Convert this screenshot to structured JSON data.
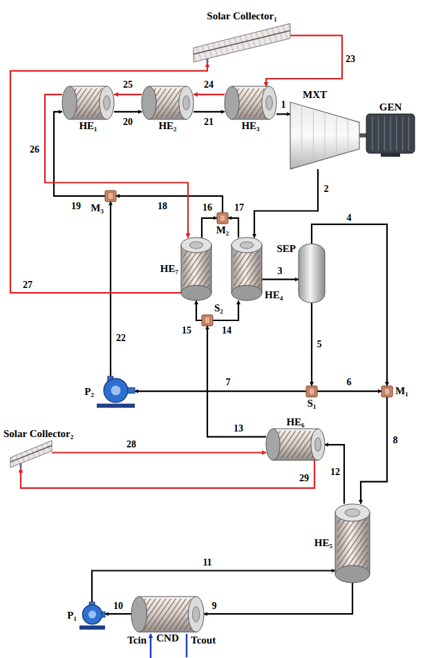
{
  "diagram": {
    "nodes": [
      {
        "text": [
          "Solar Collector₁"
        ]
      },
      {
        "text": [
          "HE₁"
        ]
      },
      {
        "text": [
          "HE₂"
        ]
      },
      {
        "text": [
          "HE₃"
        ]
      },
      {
        "text": [
          "MXT"
        ]
      },
      {
        "text": [
          "GEN"
        ]
      },
      {
        "text": [
          "M₃"
        ]
      },
      {
        "text": [
          "M₂"
        ]
      },
      {
        "text": [
          "HE₇"
        ]
      },
      {
        "text": [
          "HE₄"
        ]
      },
      {
        "text": [
          "S₂"
        ]
      },
      {
        "text": [
          "SEP"
        ]
      },
      {
        "text": [
          "S₁"
        ]
      },
      {
        "text": [
          "M₁"
        ]
      },
      {
        "text": [
          "P₂"
        ]
      },
      {
        "text": [
          "Solar Collector₂"
        ]
      },
      {
        "text": [
          "HE₆"
        ]
      },
      {
        "text": [
          "HE₅"
        ]
      },
      {
        "text": [
          "P₁"
        ]
      },
      {
        "text": [
          "CND"
        ]
      }
    ],
    "edges": [
      {
        "from": 3,
        "to": 4,
        "arrow": "to",
        "label": "1"
      },
      {
        "from": 4,
        "to": 9,
        "arrow": "to",
        "label": "2"
      },
      {
        "from": 9,
        "to": 11,
        "arrow": "to",
        "label": "3"
      },
      {
        "from": 11,
        "to": 13,
        "arrow": "to",
        "label": "4"
      },
      {
        "from": 11,
        "to": 12,
        "arrow": "to",
        "label": "5"
      },
      {
        "from": 12,
        "to": 13,
        "arrow": "to",
        "label": "6"
      },
      {
        "from": 12,
        "to": 14,
        "arrow": "to",
        "label": "7"
      },
      {
        "from": 13,
        "to": 17,
        "arrow": "to",
        "label": "8"
      },
      {
        "from": 17,
        "to": 19,
        "arrow": "to",
        "label": "9"
      },
      {
        "from": 19,
        "to": 18,
        "arrow": "to",
        "label": "10"
      },
      {
        "from": 18,
        "to": 17,
        "arrow": "to",
        "label": "11"
      },
      {
        "from": 17,
        "to": 16,
        "arrow": "to",
        "label": "12"
      },
      {
        "from": 16,
        "to": 10,
        "arrow": "to",
        "label": "13"
      },
      {
        "from": 10,
        "to": 9,
        "arrow": "to",
        "label": "14"
      },
      {
        "from": 10,
        "to": 8,
        "arrow": "to",
        "label": "15"
      },
      {
        "from": 8,
        "to": 7,
        "arrow": "to",
        "label": "16"
      },
      {
        "from": 9,
        "to": 7,
        "arrow": "to",
        "label": "17"
      },
      {
        "from": 7,
        "to": 6,
        "arrow": "to",
        "label": "18"
      },
      {
        "from": 6,
        "to": 1,
        "arrow": "to",
        "label": "19"
      },
      {
        "from": 1,
        "to": 2,
        "arrow": "to",
        "label": "20"
      },
      {
        "from": 2,
        "to": 3,
        "arrow": "to",
        "label": "21"
      },
      {
        "from": 14,
        "to": 6,
        "arrow": "to",
        "label": "22"
      },
      {
        "from": 0,
        "to": 3,
        "arrow": "to",
        "label": "23"
      },
      {
        "from": 3,
        "to": 2,
        "arrow": "to",
        "label": "24"
      },
      {
        "from": 2,
        "to": 1,
        "arrow": "to",
        "label": "25"
      },
      {
        "from": 1,
        "to": 8,
        "arrow": "to",
        "label": "26"
      },
      {
        "from": 8,
        "to": 0,
        "arrow": "to",
        "label": "27"
      },
      {
        "from": 15,
        "to": 16,
        "arrow": "to",
        "label": "28"
      },
      {
        "from": 16,
        "to": 15,
        "arrow": "to",
        "label": "29"
      },
      {
        "from": 4,
        "to": 5,
        "arrow": "none"
      }
    ],
    "labels": [
      "Tcin",
      "Tcout"
    ]
  }
}
